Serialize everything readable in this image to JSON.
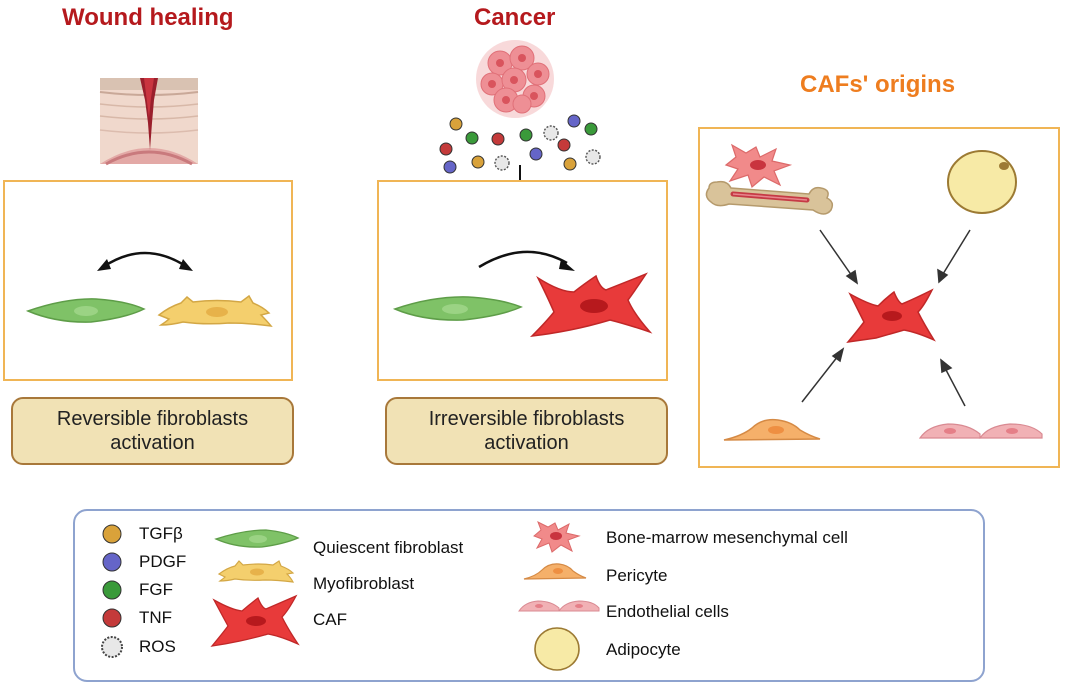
{
  "titles": {
    "wound_healing": "Wound healing",
    "cancer": "Cancer",
    "cafs_origins": "CAFs' origins"
  },
  "boxes": {
    "reversible": [
      "Reversible fibroblasts",
      "activation"
    ],
    "irreversible": [
      "Irreversible fibroblasts",
      "activation"
    ]
  },
  "legend": {
    "factors": [
      "TGFβ",
      "PDGF",
      "FGF",
      "TNF",
      "ROS"
    ],
    "fibroblasts": [
      "Quiescent fibroblast",
      "Myofibroblast",
      "CAF"
    ],
    "origins": [
      "Bone-marrow mesenchymal cell",
      "Pericyte",
      "Endothelial cells",
      "Adipocyte"
    ]
  },
  "colors": {
    "title_red": "#b5191d",
    "title_orange": "#ee7d1f",
    "tgfb": "#d9a23a",
    "pdgf": "#6565c8",
    "fgf": "#3a9a3a",
    "tnf": "#c43a3a",
    "quiescent": "#7fc267",
    "myofibroblast": "#f4cf6d",
    "caf": "#e83a3a",
    "pericyte": "#f5b06a",
    "endothelial": "#f1b1b5",
    "adipocyte": "#f7eaa6"
  }
}
